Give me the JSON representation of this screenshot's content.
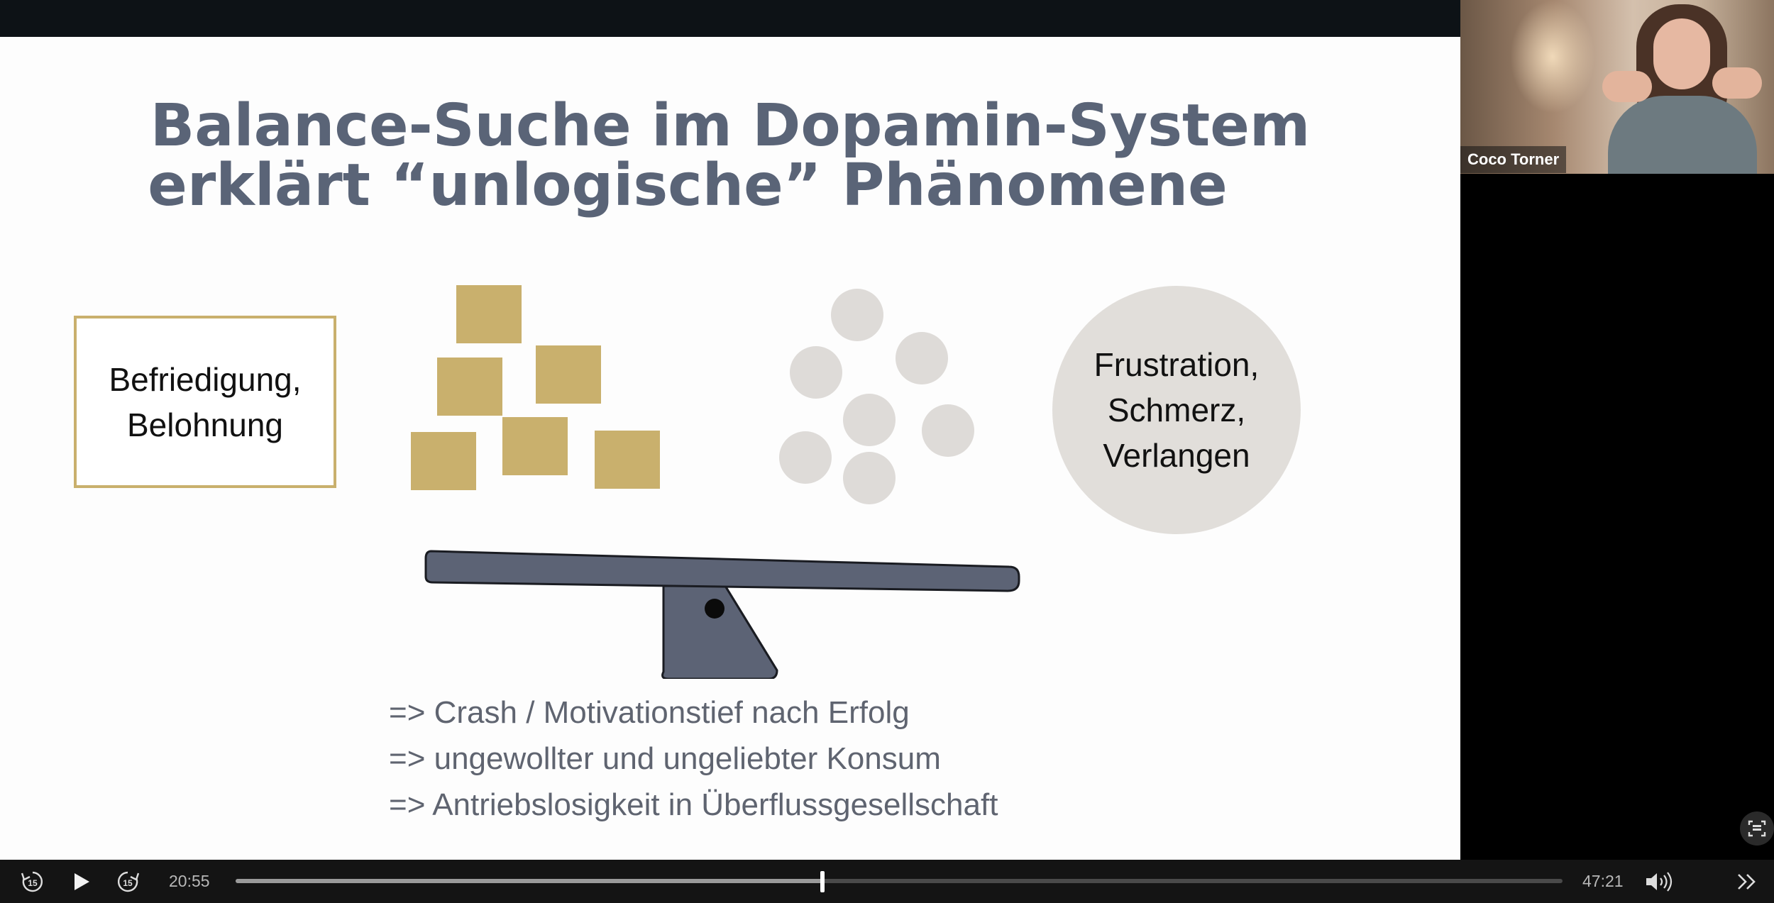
{
  "slide": {
    "title_line1": "Balance-Suche im Dopamin-System",
    "title_line2": "erklärt “unlogische” Phänomene",
    "left_box": {
      "line1": "Befriedigung,",
      "line2": "Belohnung"
    },
    "right_circle": {
      "line1": "Frustration,",
      "line2": "Schmerz,",
      "line3": "Verlangen"
    },
    "bullets": [
      "=> Crash / Motivationstief nach Erfolg",
      "=> ungewollter und ungeliebter Konsum",
      "=> Antriebslosigkeit in Überflussgesellschaft"
    ],
    "colors": {
      "title": "#5a6477",
      "gold": "#c9b06d",
      "grey_ball": "#dedbd8",
      "seesaw": "#5c6375"
    }
  },
  "webcam": {
    "name": "Coco Torner"
  },
  "player": {
    "current_time": "20:55",
    "duration": "47:21",
    "progress": 0.442,
    "icons": {
      "rewind": "rewind-15-icon",
      "play": "play-icon",
      "forward": "forward-15-icon",
      "volume": "volume-icon",
      "next": "double-chevron-right-icon",
      "screen": "screen-capture-icon"
    },
    "skip_label": "15"
  }
}
